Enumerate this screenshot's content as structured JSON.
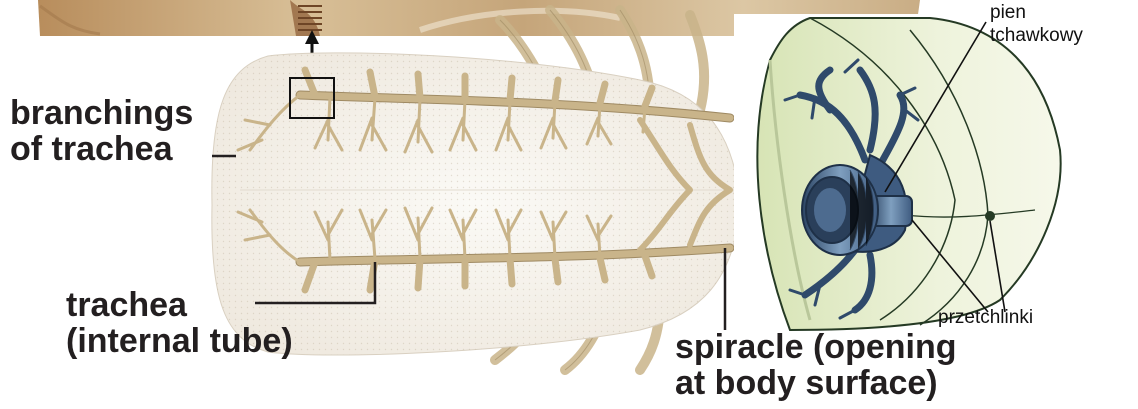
{
  "labels": {
    "branchings": {
      "line1": "branchings",
      "line2": "of trachea"
    },
    "trachea": {
      "line1": "trachea",
      "line2": "(internal tube)"
    },
    "spiracle": {
      "line1": "spiracle (opening",
      "line2": "at body surface)"
    }
  },
  "inset_labels": {
    "pien": {
      "line1": "pien",
      "line2": "tchawkowy"
    },
    "przetchlinki": "przetchlinki"
  },
  "colors": {
    "photo_strip": "#c9a77a",
    "body_fill": "#f6f3ee",
    "trachea": "#c9b48a",
    "trachea_outline": "#9f8a63",
    "inset_body": "#e7eed0",
    "inset_trunk": "#3a5578",
    "text": "#231f20"
  }
}
